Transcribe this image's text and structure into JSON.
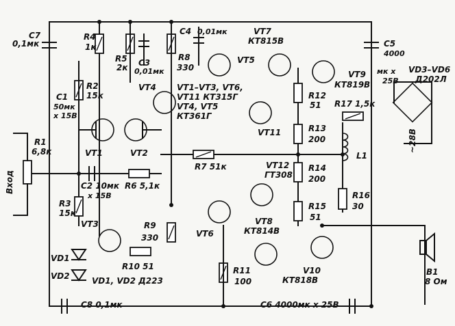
{
  "labels": {
    "c7": "C7",
    "c7v": "0,1мк",
    "r4": "R4",
    "r4v": "1к",
    "r5": "R5",
    "r5v": "2к",
    "c3": "C3",
    "c3v": "0,01мк",
    "c4": "C4",
    "c4v": "0,01мк",
    "r8": "R8",
    "r8v": "330",
    "vt7": "VT7",
    "vt7t": "КТ815В",
    "c5": "C5",
    "c5v1": "4000",
    "c5v2": "мк х",
    "c5v3": "25В",
    "r2": "R2",
    "r2v": "15к",
    "vt4": "VT4",
    "vt5": "VT5",
    "grp1": "VT1–VT3, VT6,",
    "grp2": "VT11 КТ315Г",
    "grp3": "VT4, VT5",
    "grp4": "КТ361Г",
    "r12": "R12",
    "r12v": "51",
    "vt9": "VT9",
    "vt9t": "КТ819В",
    "r17": "R17",
    "r17v": "1,5к",
    "vd": "VD3–VD6",
    "vdt": "Д202Л",
    "c1": "C1",
    "c1v1": "50мк",
    "c1v2": "х 15В",
    "vt11": "VT11",
    "r13": "R13",
    "r13v": "200",
    "ac": "~28В",
    "r1": "R1",
    "r1v": "6,8к",
    "vt1": "VT1",
    "vt2": "VT2",
    "input": "Вход",
    "r7": "R7 51к",
    "vt12": "VT12",
    "vt12t": "ГТ308",
    "l1": "L1",
    "c2": "C2 10мк",
    "c2v": "х 15В",
    "r6": "R6 5,1к",
    "r14": "R14",
    "r14v": "200",
    "r16": "R16",
    "r16v": "30",
    "r3": "R3",
    "r3v": "15к",
    "vt3": "VT3",
    "r9": "R9",
    "r9v": "330",
    "vt6": "VT6",
    "vt8": "VT8",
    "vt8t": "КТ814В",
    "r15": "R15",
    "r15v": "51",
    "r10": "R10 51",
    "vd1": "VD1",
    "vd2": "VD2",
    "vd12": "VD1, VD2  Д223",
    "r11": "R11",
    "r11v": "100",
    "vt10": "V10",
    "vt10t": "КТ818В",
    "b1": "B1",
    "b1v": "8 Ом",
    "c8": "C8  0,1мк",
    "c6": "C6  4000мк х 25В"
  }
}
